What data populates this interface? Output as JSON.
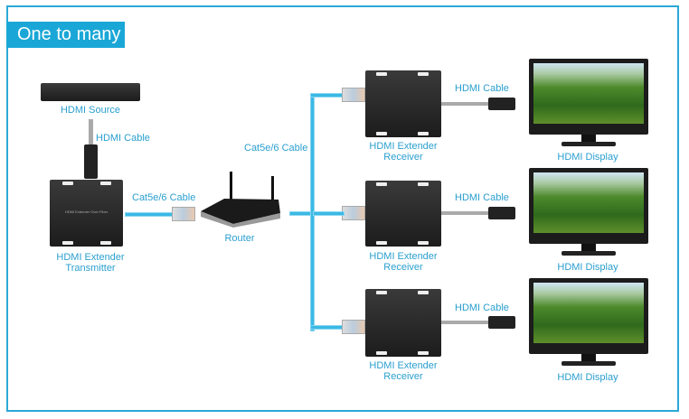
{
  "title": "One to many",
  "source": {
    "label": "HDMI Source",
    "cable_label": "HDMI Cable"
  },
  "transmitter": {
    "label_line1": "HDMI Extender",
    "label_line2": "Transmitter",
    "device_text": "HDMI Extender Over Fiber",
    "cable_label": "Cat5e/6 Cable"
  },
  "router": {
    "label": "Router",
    "cable_label": "Cat5e/6 Cable"
  },
  "receivers": [
    {
      "label_line1": "HDMI Extender",
      "label_line2": "Receiver",
      "cable_label": "HDMI Cable",
      "display_label": "HDMI Display"
    },
    {
      "label_line1": "HDMI Extender",
      "label_line2": "Receiver",
      "cable_label": "HDMI Cable",
      "display_label": "HDMI Display"
    },
    {
      "label_line1": "HDMI Extender",
      "label_line2": "Receiver",
      "cable_label": "HDMI Cable",
      "display_label": "HDMI Display"
    }
  ],
  "colors": {
    "accent": "#1aa7d7",
    "label": "#2a9fcf"
  }
}
